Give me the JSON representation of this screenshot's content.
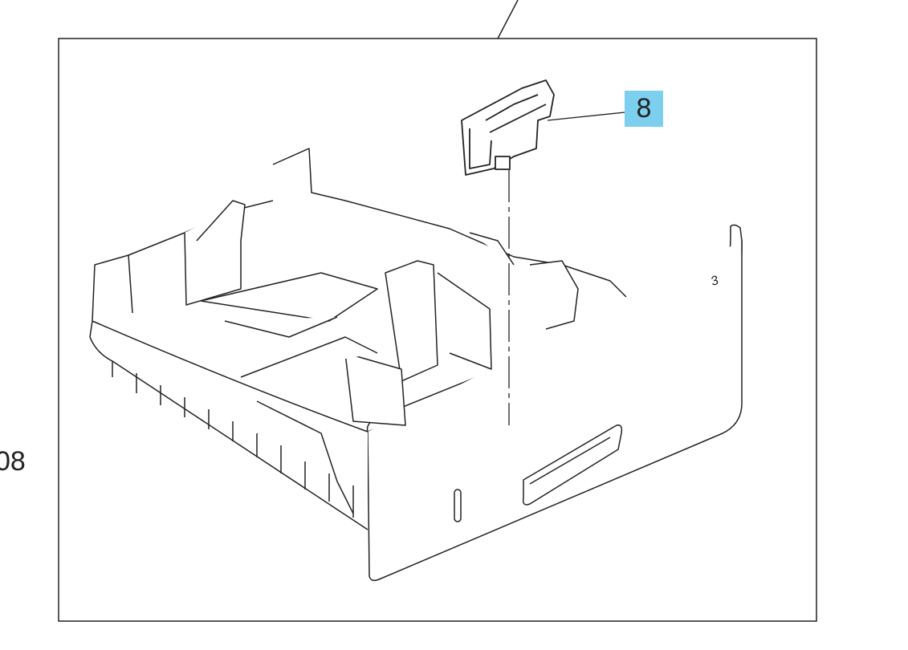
{
  "callout": {
    "label": "8",
    "color": "#7ccfee"
  },
  "side_label": "08",
  "tray_number": "3"
}
